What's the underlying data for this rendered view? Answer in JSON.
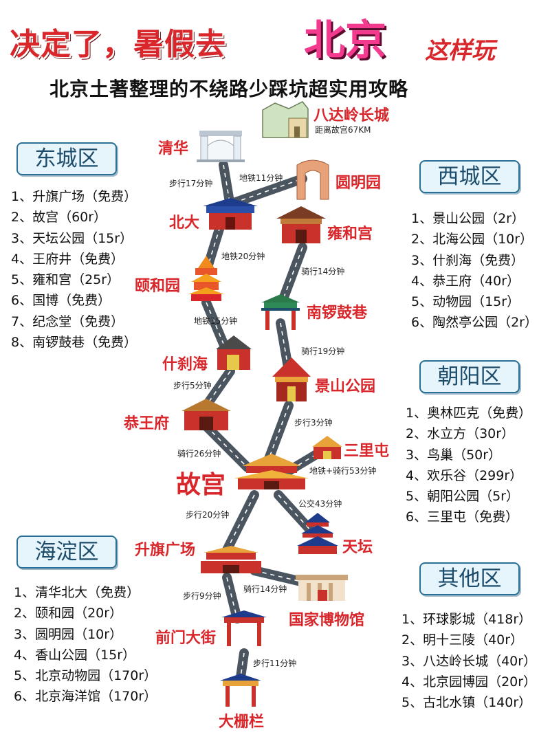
{
  "header": {
    "title_part1": "决定了，暑假去",
    "title_highlight": "北京",
    "title_part2": "这样玩",
    "subtitle": "北京土著整理的不绕路少踩坑超实用攻略"
  },
  "colors": {
    "accent_red": "#d8262b",
    "accent_pink": "#f43a8e",
    "district_box_bg": "#e6f4fb",
    "district_box_border": "#2a6f95",
    "road": "#4a5560"
  },
  "badaling": {
    "name": "八达岭长城",
    "distance": "距离故宫67KM"
  },
  "districts": {
    "dongcheng": {
      "title": "东城区",
      "items": [
        "1、升旗广场（免费）",
        "2、故宫（60r）",
        "3、天坛公园（15r）",
        "4、王府井（免费）",
        "5、雍和宫（25r）",
        "6、国博（免费）",
        "7、纪念堂（免费）",
        "8、南锣鼓巷（免费）"
      ]
    },
    "xicheng": {
      "title": "西城区",
      "items": [
        "1、景山公园（2r）",
        "2、北海公园（10r）",
        "3、什刹海（免费）",
        "4、恭王府（40r）",
        "5、动物园（15r）",
        "6、陶然亭公园（2r）"
      ]
    },
    "chaoyang": {
      "title": "朝阳区",
      "items": [
        "1、奥林匹克（免费）",
        "2、水立方（30r）",
        "3、鸟巢（50r）",
        "4、欢乐谷（299r）",
        "5、朝阳公园（5r）",
        "6、三里屯（免费）"
      ]
    },
    "haidian": {
      "title": "海淀区",
      "items": [
        "1、清华北大（免费）",
        "2、颐和园（20r）",
        "3、圆明园（10r）",
        "4、香山公园（15r）",
        "5、北京动物园（170r）",
        "6、北京海洋馆（170r）"
      ]
    },
    "other": {
      "title": "其他区",
      "items": [
        "1、环球影城（418r）",
        "2、明十三陵（40r）",
        "3、八达岭长城（40r）",
        "4、北京园博园（20r）",
        "5、古北水镇（140r）"
      ]
    }
  },
  "places": {
    "qinghua": "清华",
    "yuanmingyuan": "圆明园",
    "beida": "北大",
    "yonghegong": "雍和宫",
    "yiheyuan": "颐和园",
    "nanluoguxiang": "南锣鼓巷",
    "shichahai": "什刹海",
    "jingshan": "景山公园",
    "gongwangfu": "恭王府",
    "sanlitun": "三里屯",
    "gugong": "故宫",
    "tiantan": "天坛",
    "shengqi": "升旗广场",
    "guobo": "国家博物馆",
    "qianmen": "前门大街",
    "dashilan": "大栅栏"
  },
  "routes": {
    "r1": "步行17分钟",
    "r2": "地铁11分钟",
    "r3": "地铁20分钟",
    "r4": "骑行14分钟",
    "r5": "地铁15分钟",
    "r6": "骑行19分钟",
    "r7": "步行5分钟",
    "r8": "步行3分钟",
    "r9": "骑行26分钟",
    "r10": "地铁+骑行53分钟",
    "r11": "步行20分钟",
    "r12": "公交43分钟",
    "r13": "骑行14分钟",
    "r14": "步行9分钟",
    "r15": "步行11分钟"
  }
}
